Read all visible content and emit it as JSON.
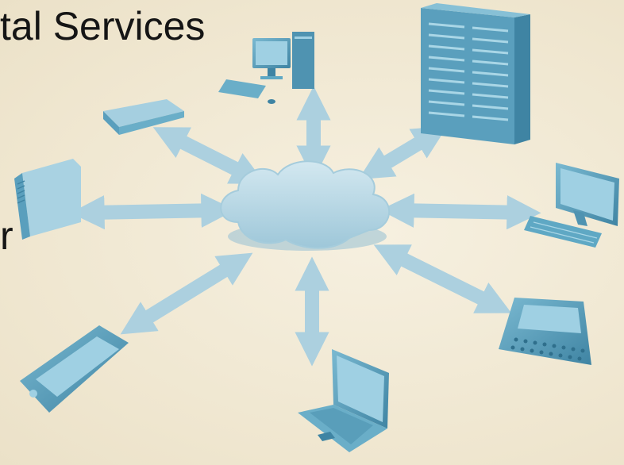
{
  "slide": {
    "title": "tal Services",
    "left_fragment": "r"
  },
  "diagram": {
    "center_node": {
      "icon": "cloud-icon"
    },
    "nodes": [
      {
        "id": "desktop",
        "icon": "desktop-computer-icon"
      },
      {
        "id": "server",
        "icon": "server-rack-icon"
      },
      {
        "id": "monitor",
        "icon": "monitor-keyboard-icon"
      },
      {
        "id": "smartphone-keyboard",
        "icon": "smartphone-keyboard-icon"
      },
      {
        "id": "laptop",
        "icon": "laptop-icon"
      },
      {
        "id": "touch-phone",
        "icon": "touch-phone-icon"
      },
      {
        "id": "nas-drive",
        "icon": "storage-drive-icon"
      },
      {
        "id": "router",
        "icon": "router-icon"
      }
    ],
    "colors": {
      "arrow": "#a9cfe0",
      "device": "#5fa8c4",
      "device_dark": "#3f84a3",
      "cloud": "#bcdbe8"
    }
  }
}
